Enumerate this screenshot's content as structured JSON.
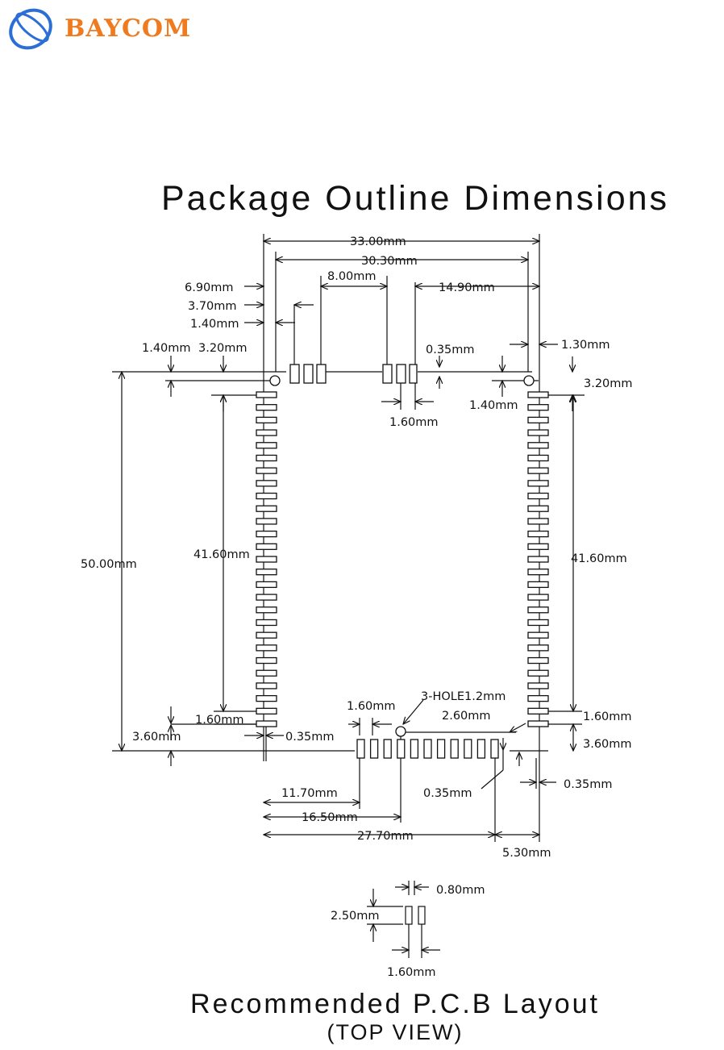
{
  "brand": {
    "name": "BAYCOM",
    "color": "#f07a1e",
    "ring_color": "#2b6fd6"
  },
  "title": "Package Outline Dimensions",
  "dimensions": {
    "width_total": "33.00mm",
    "width_inner": "30.30mm",
    "top_gap": "8.00mm",
    "top_right_span": "14.90mm",
    "left_690": "6.90mm",
    "left_370": "3.70mm",
    "left_140": "1.40mm",
    "tl_140": "1.40mm",
    "tl_320": "3.20mm",
    "tr_130": "1.30mm",
    "tr_035": "0.35mm",
    "tr_320": "3.20mm",
    "tr_140": "1.40mm",
    "top_pad_160": "1.60mm",
    "height_total": "50.00mm",
    "left_pads_span": "41.60mm",
    "right_pads_span": "41.60mm",
    "bl_160": "1.60mm",
    "bl_360": "3.60mm",
    "bl_035": "0.35mm",
    "bot_160": "1.60mm",
    "holes": "3-HOLE1.2mm",
    "bot_260": "2.60mm",
    "br_160": "1.60mm",
    "br_360": "3.60mm",
    "bot_035a": "0.35mm",
    "bot_035b": "0.35mm",
    "bot_1170": "11.70mm",
    "bot_1650": "16.50mm",
    "bot_2770": "27.70mm",
    "bot_530": "5.30mm"
  },
  "pad_detail": {
    "pitch": "0.80mm",
    "length": "2.50mm",
    "width": "1.60mm"
  },
  "footer": {
    "main": "Recommended P.C.B Layout",
    "sub": "(TOP VIEW)"
  }
}
